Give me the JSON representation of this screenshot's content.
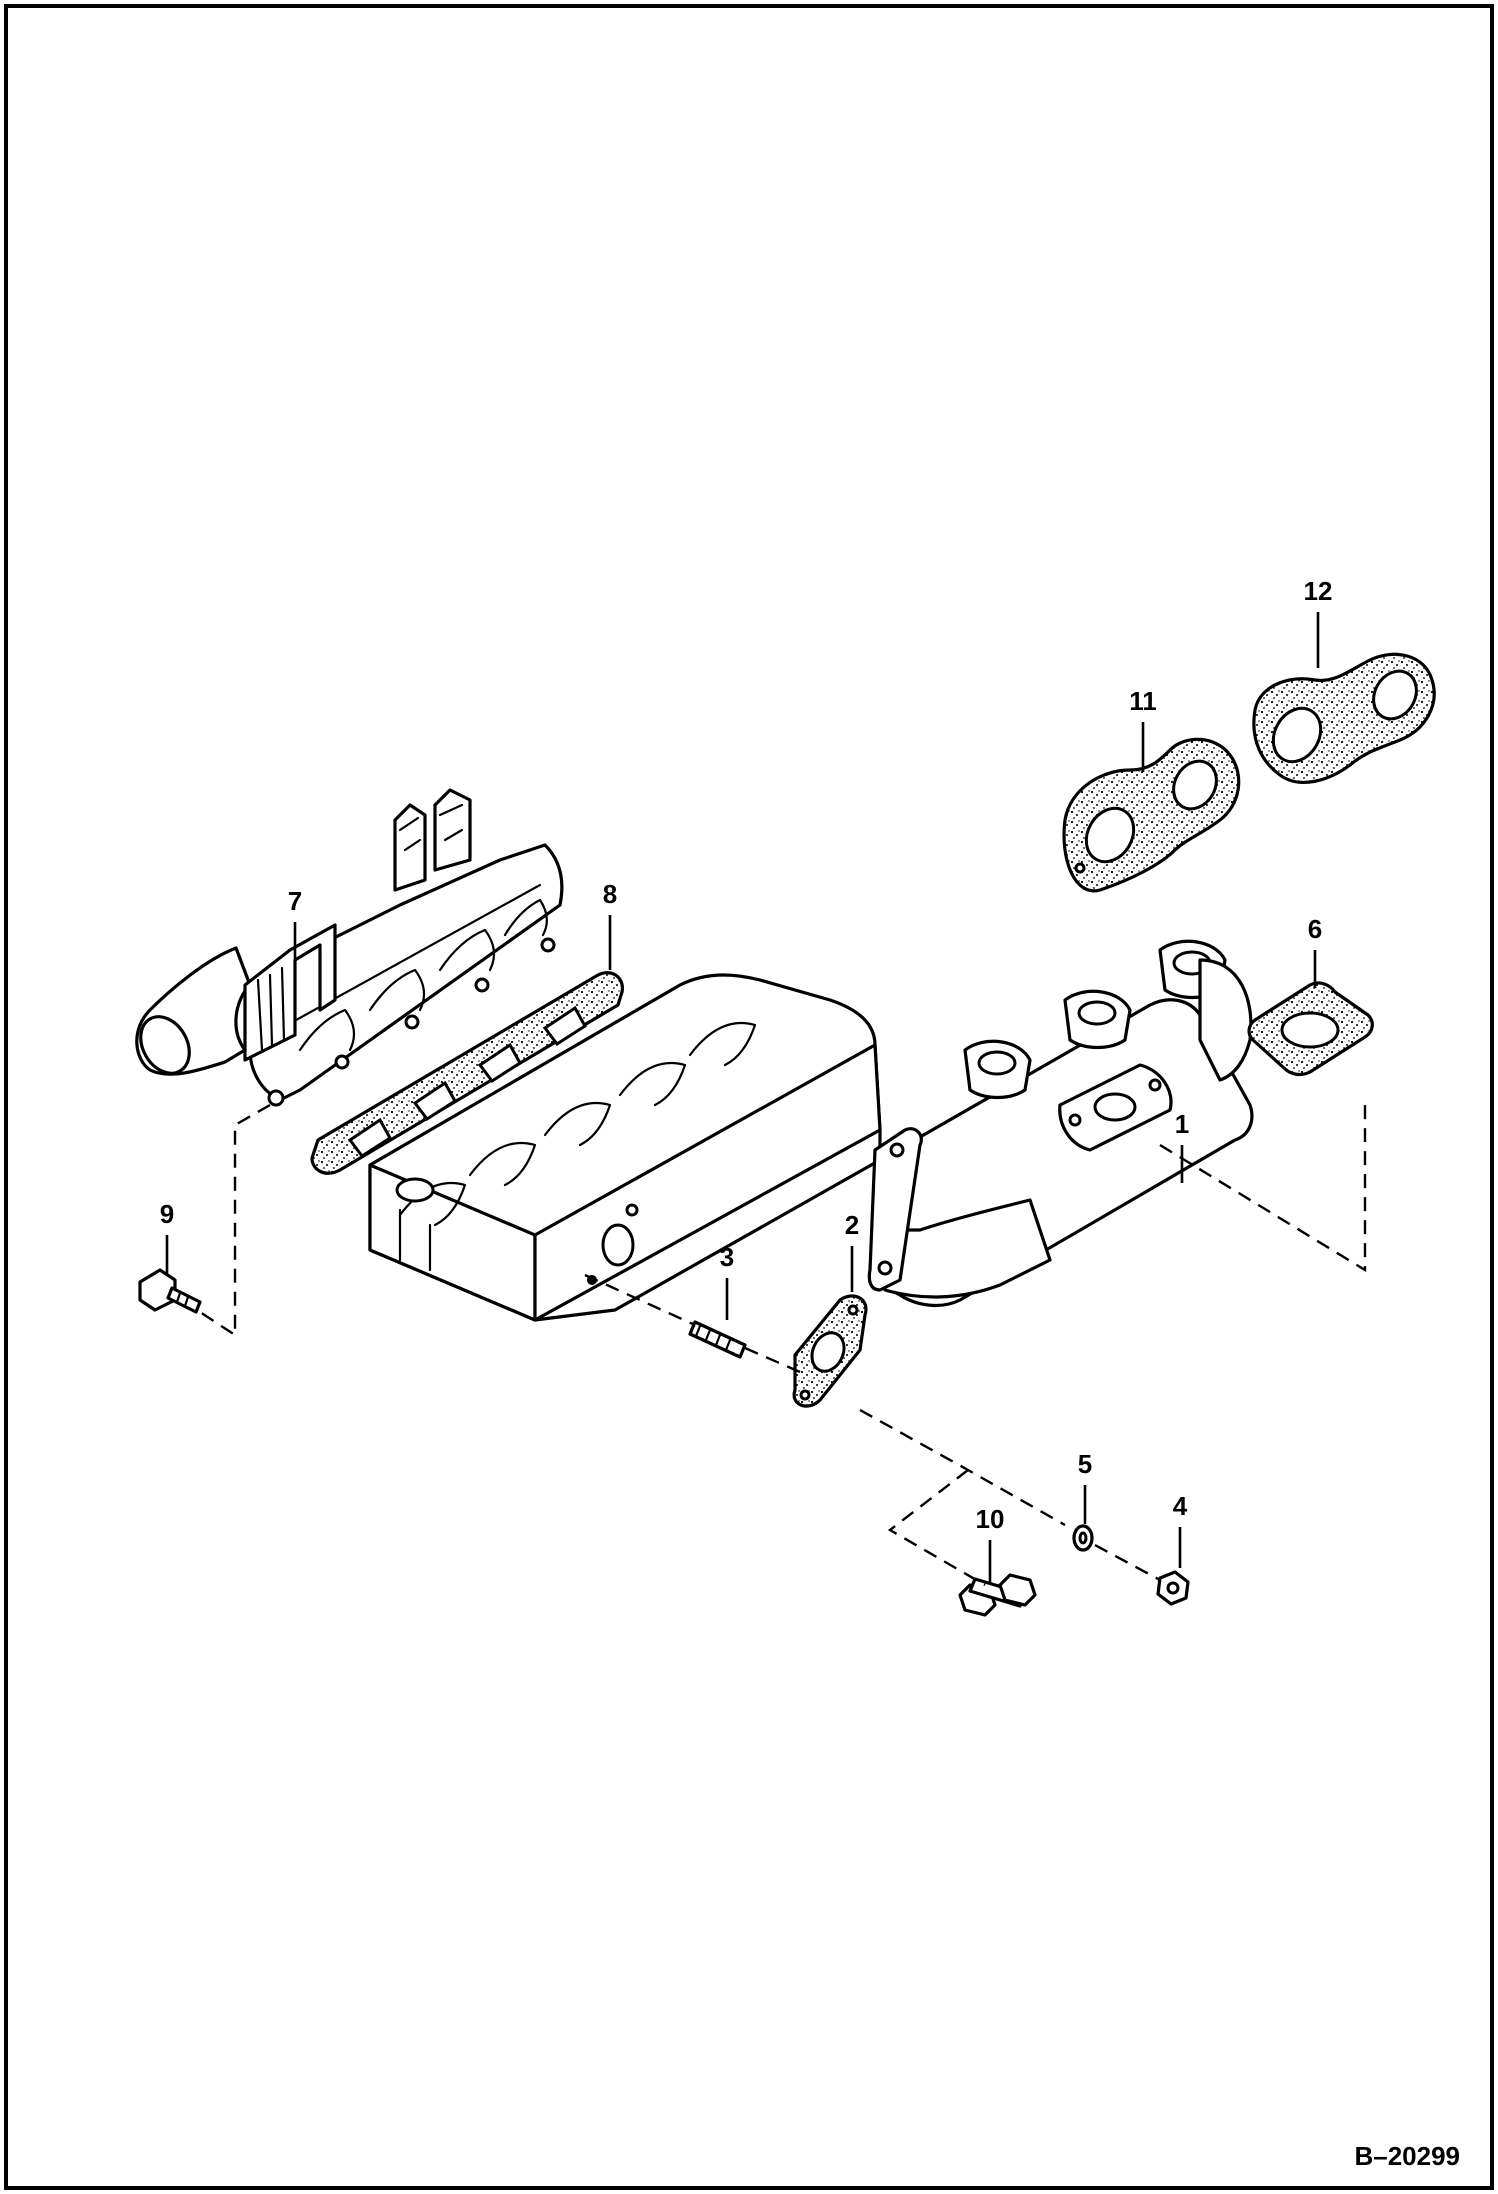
{
  "figure_id": "B–20299",
  "callouts": [
    {
      "id": "c1",
      "label": "1"
    },
    {
      "id": "c2",
      "label": "2"
    },
    {
      "id": "c3",
      "label": "3"
    },
    {
      "id": "c4",
      "label": "4"
    },
    {
      "id": "c5",
      "label": "5"
    },
    {
      "id": "c6",
      "label": "6"
    },
    {
      "id": "c7",
      "label": "7"
    },
    {
      "id": "c8",
      "label": "8"
    },
    {
      "id": "c9",
      "label": "9"
    },
    {
      "id": "c10",
      "label": "10"
    },
    {
      "id": "c11",
      "label": "11"
    },
    {
      "id": "c12",
      "label": "12"
    }
  ]
}
